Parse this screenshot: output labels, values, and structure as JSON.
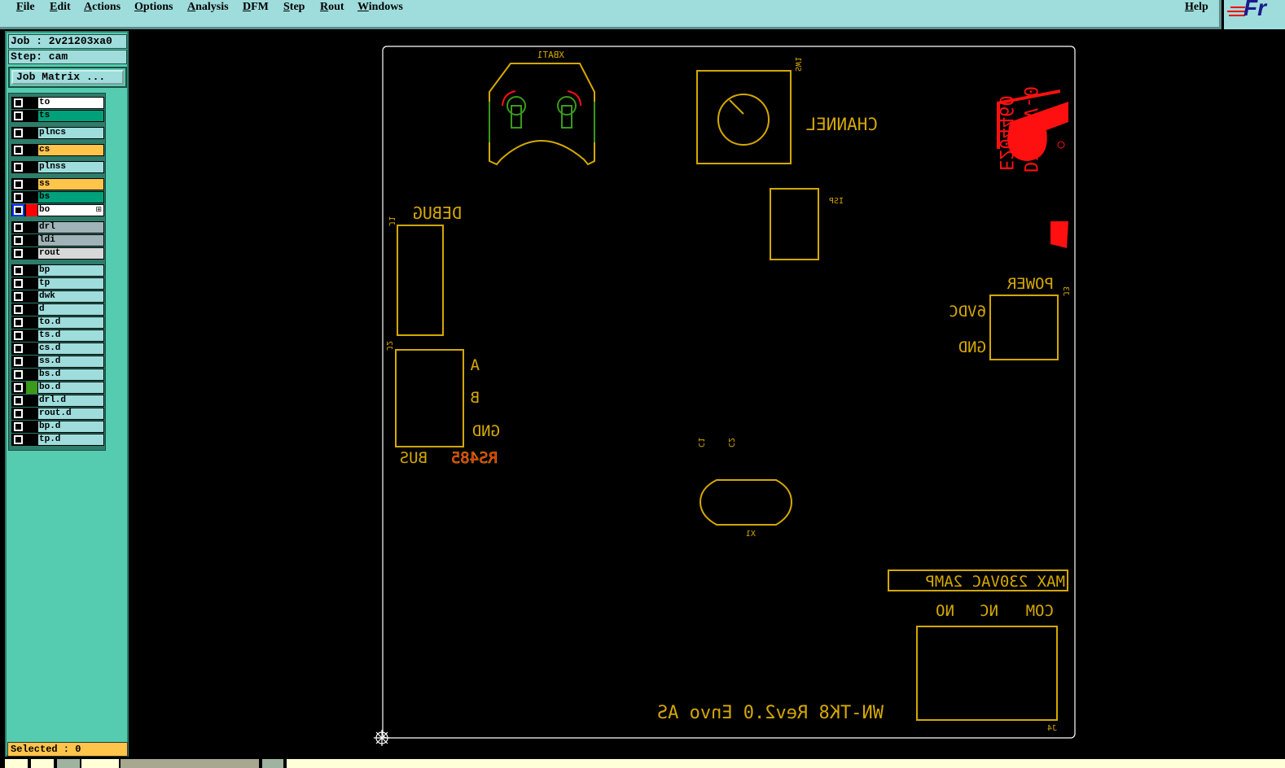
{
  "menu": [
    "File",
    "Edit",
    "Actions",
    "Options",
    "Analysis",
    "DFM",
    "Step",
    "Rout",
    "Windows"
  ],
  "help": "Help",
  "logo_text": "Fr",
  "job_label": "Job : 2v21203xa0",
  "step_label": "Step: cam",
  "job_matrix": "Job Matrix ...",
  "layers": [
    {
      "name": "to",
      "color": "#ffffff",
      "swatch": ""
    },
    {
      "name": "ts",
      "color": "#00a07a",
      "swatch": ""
    },
    {
      "name": "plncs",
      "color": "#9fdcdc",
      "swatch": ""
    },
    {
      "name": "cs",
      "color": "#ffc44a",
      "swatch": ""
    },
    {
      "name": "plnss",
      "color": "#9fdcdc",
      "swatch": ""
    },
    {
      "name": "ss",
      "color": "#ffc44a",
      "swatch": ""
    },
    {
      "name": "bs",
      "color": "#00a07a",
      "swatch": ""
    },
    {
      "name": "bo",
      "color": "#ffffff",
      "swatch": "#ff0000",
      "active": true
    },
    {
      "name": "drl",
      "color": "#9fb3b8",
      "swatch": ""
    },
    {
      "name": "ldi",
      "color": "#9fb3b8",
      "swatch": ""
    },
    {
      "name": "rout",
      "color": "#d8d8d8",
      "swatch": ""
    },
    {
      "name": "bp",
      "color": "#9fdcdc",
      "swatch": ""
    },
    {
      "name": "tp",
      "color": "#9fdcdc",
      "swatch": ""
    },
    {
      "name": "dwk",
      "color": "#9fdcdc",
      "swatch": ""
    },
    {
      "name": "d",
      "color": "#9fdcdc",
      "swatch": ""
    },
    {
      "name": "to.d",
      "color": "#9fdcdc",
      "swatch": ""
    },
    {
      "name": "ts.d",
      "color": "#9fdcdc",
      "swatch": ""
    },
    {
      "name": "cs.d",
      "color": "#9fdcdc",
      "swatch": ""
    },
    {
      "name": "ss.d",
      "color": "#9fdcdc",
      "swatch": ""
    },
    {
      "name": "bs.d",
      "color": "#9fdcdc",
      "swatch": ""
    },
    {
      "name": "bo.d",
      "color": "#9fdcdc",
      "swatch": "#3a9a1a"
    },
    {
      "name": "drl.d",
      "color": "#9fdcdc",
      "swatch": ""
    },
    {
      "name": "rout.d",
      "color": "#9fdcdc",
      "swatch": ""
    },
    {
      "name": "bp.d",
      "color": "#9fdcdc",
      "swatch": ""
    },
    {
      "name": "tp.d",
      "color": "#9fdcdc",
      "swatch": ""
    }
  ],
  "selected": "Selected : 0",
  "board": {
    "xbat": "XBAT1",
    "sw": "SW1",
    "channel": "CHANNEL",
    "isp": "ISP",
    "debug": "DEBUG",
    "j1": "J1",
    "j2": "J2",
    "a": "A",
    "b": "B",
    "gnd": "GND",
    "bus": "BUS",
    "rs485": "RS485",
    "power": "POWER",
    "j3": "J3",
    "vdc": "6VDC",
    "gnd2": "GND",
    "c1": "C1",
    "c2": "C2",
    "x1": "X1",
    "max": "MAX 230VAC 2AMP",
    "com": "COM",
    "nc": "NC",
    "no": "NO",
    "j4": "J4",
    "rev": "WN-TK8 Rev2.0 Envo AS",
    "ul_code": "E204460",
    "ul_rating": "DI 94V-0"
  },
  "colors": {
    "silk": "#d4a800",
    "green": "#3a9a1a",
    "red": "#ff1010"
  }
}
